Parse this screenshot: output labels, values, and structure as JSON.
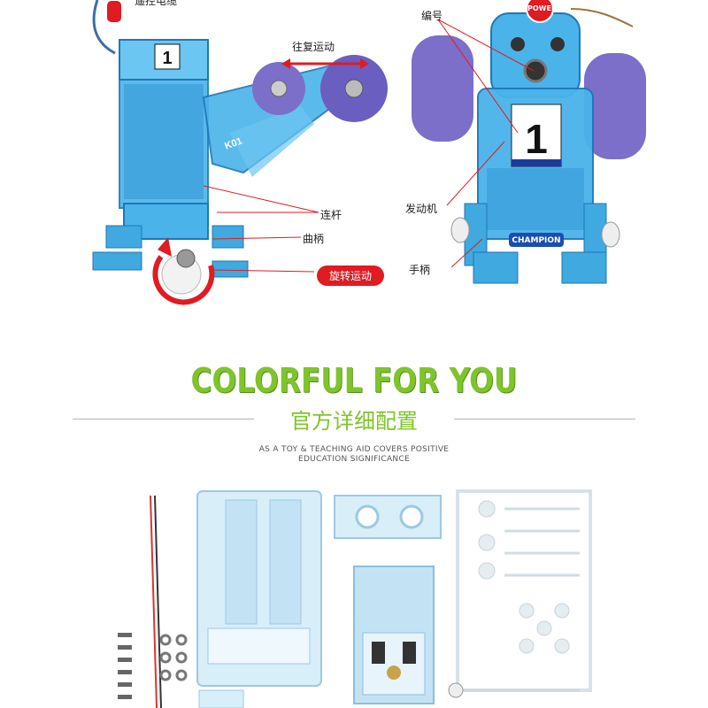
{
  "robot_side": {
    "top_cut_label": "遥控电缆",
    "number_plate": "1",
    "sticker": "K01",
    "motion_label": "往复运动",
    "rod_label": "连杆",
    "crank_label": "曲柄",
    "rotation_label": "旋转运动"
  },
  "robot_front": {
    "power_badge": "POWER",
    "number_label": "编号",
    "number_plate": "1",
    "motor_label": "发动机",
    "handle_label": "手柄",
    "champion_badge": "CHAMPION"
  },
  "section": {
    "headline": "COLORFUL FOR YOU",
    "subtitle_cn": "官方详细配置",
    "tagline_line1": "AS A TOY & TEACHING AID COVERS POSITIVE",
    "tagline_line2": "EDUCATION SIGNIFICANCE"
  },
  "colors": {
    "accent_green": "#7fc42a",
    "plastic_blue": "#3fa9e0",
    "arrow_red": "#e01b22",
    "roller_purple": "#7b6fc9"
  }
}
